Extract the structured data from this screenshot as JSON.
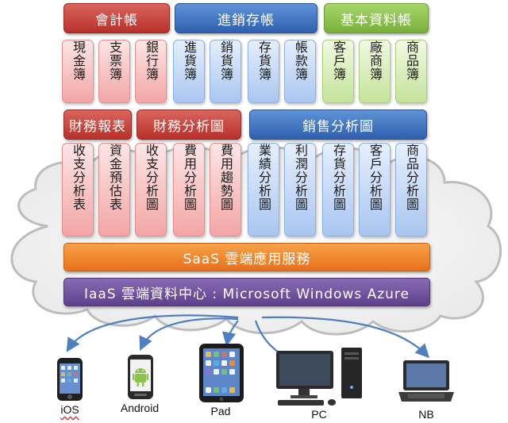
{
  "headers": {
    "accounting": "會計帳",
    "sales_inventory": "進銷存帳",
    "master_data": "基本資料帳",
    "financial_reports": "財務報表",
    "financial_charts": "財務分析圖",
    "sales_charts": "銷售分析圖"
  },
  "row1_boxes": [
    "現金簿",
    "支票簿",
    "銀行簿",
    "進貨簿",
    "銷貨簿",
    "存貨簿",
    "帳款簿",
    "客戶簿",
    "廠商簿",
    "商品簿"
  ],
  "row2_boxes": [
    "收支分析表",
    "資金預估表",
    "收支分析圖",
    "費用分析圖",
    "費用趨勢圖",
    "業績分析圖",
    "利潤分析圖",
    "存貨分析圖",
    "客戶分析圖",
    "商品分析圖"
  ],
  "saas_label": "SaaS  雲端應用服務",
  "iaas_label": "IaaS  雲端資料中心 : Microsoft  Windows  Azure",
  "devices": {
    "ios": "iOS",
    "android": "Android",
    "pad": "Pad",
    "pc": "PC",
    "nb": "NB"
  },
  "colors": {
    "red_header": "#b8302a",
    "blue_header": "#2f5fae",
    "green_header": "#78b03b",
    "saas": "#e7711a",
    "iaas": "#5d3f8c",
    "arrow": "#4f7fbf"
  }
}
